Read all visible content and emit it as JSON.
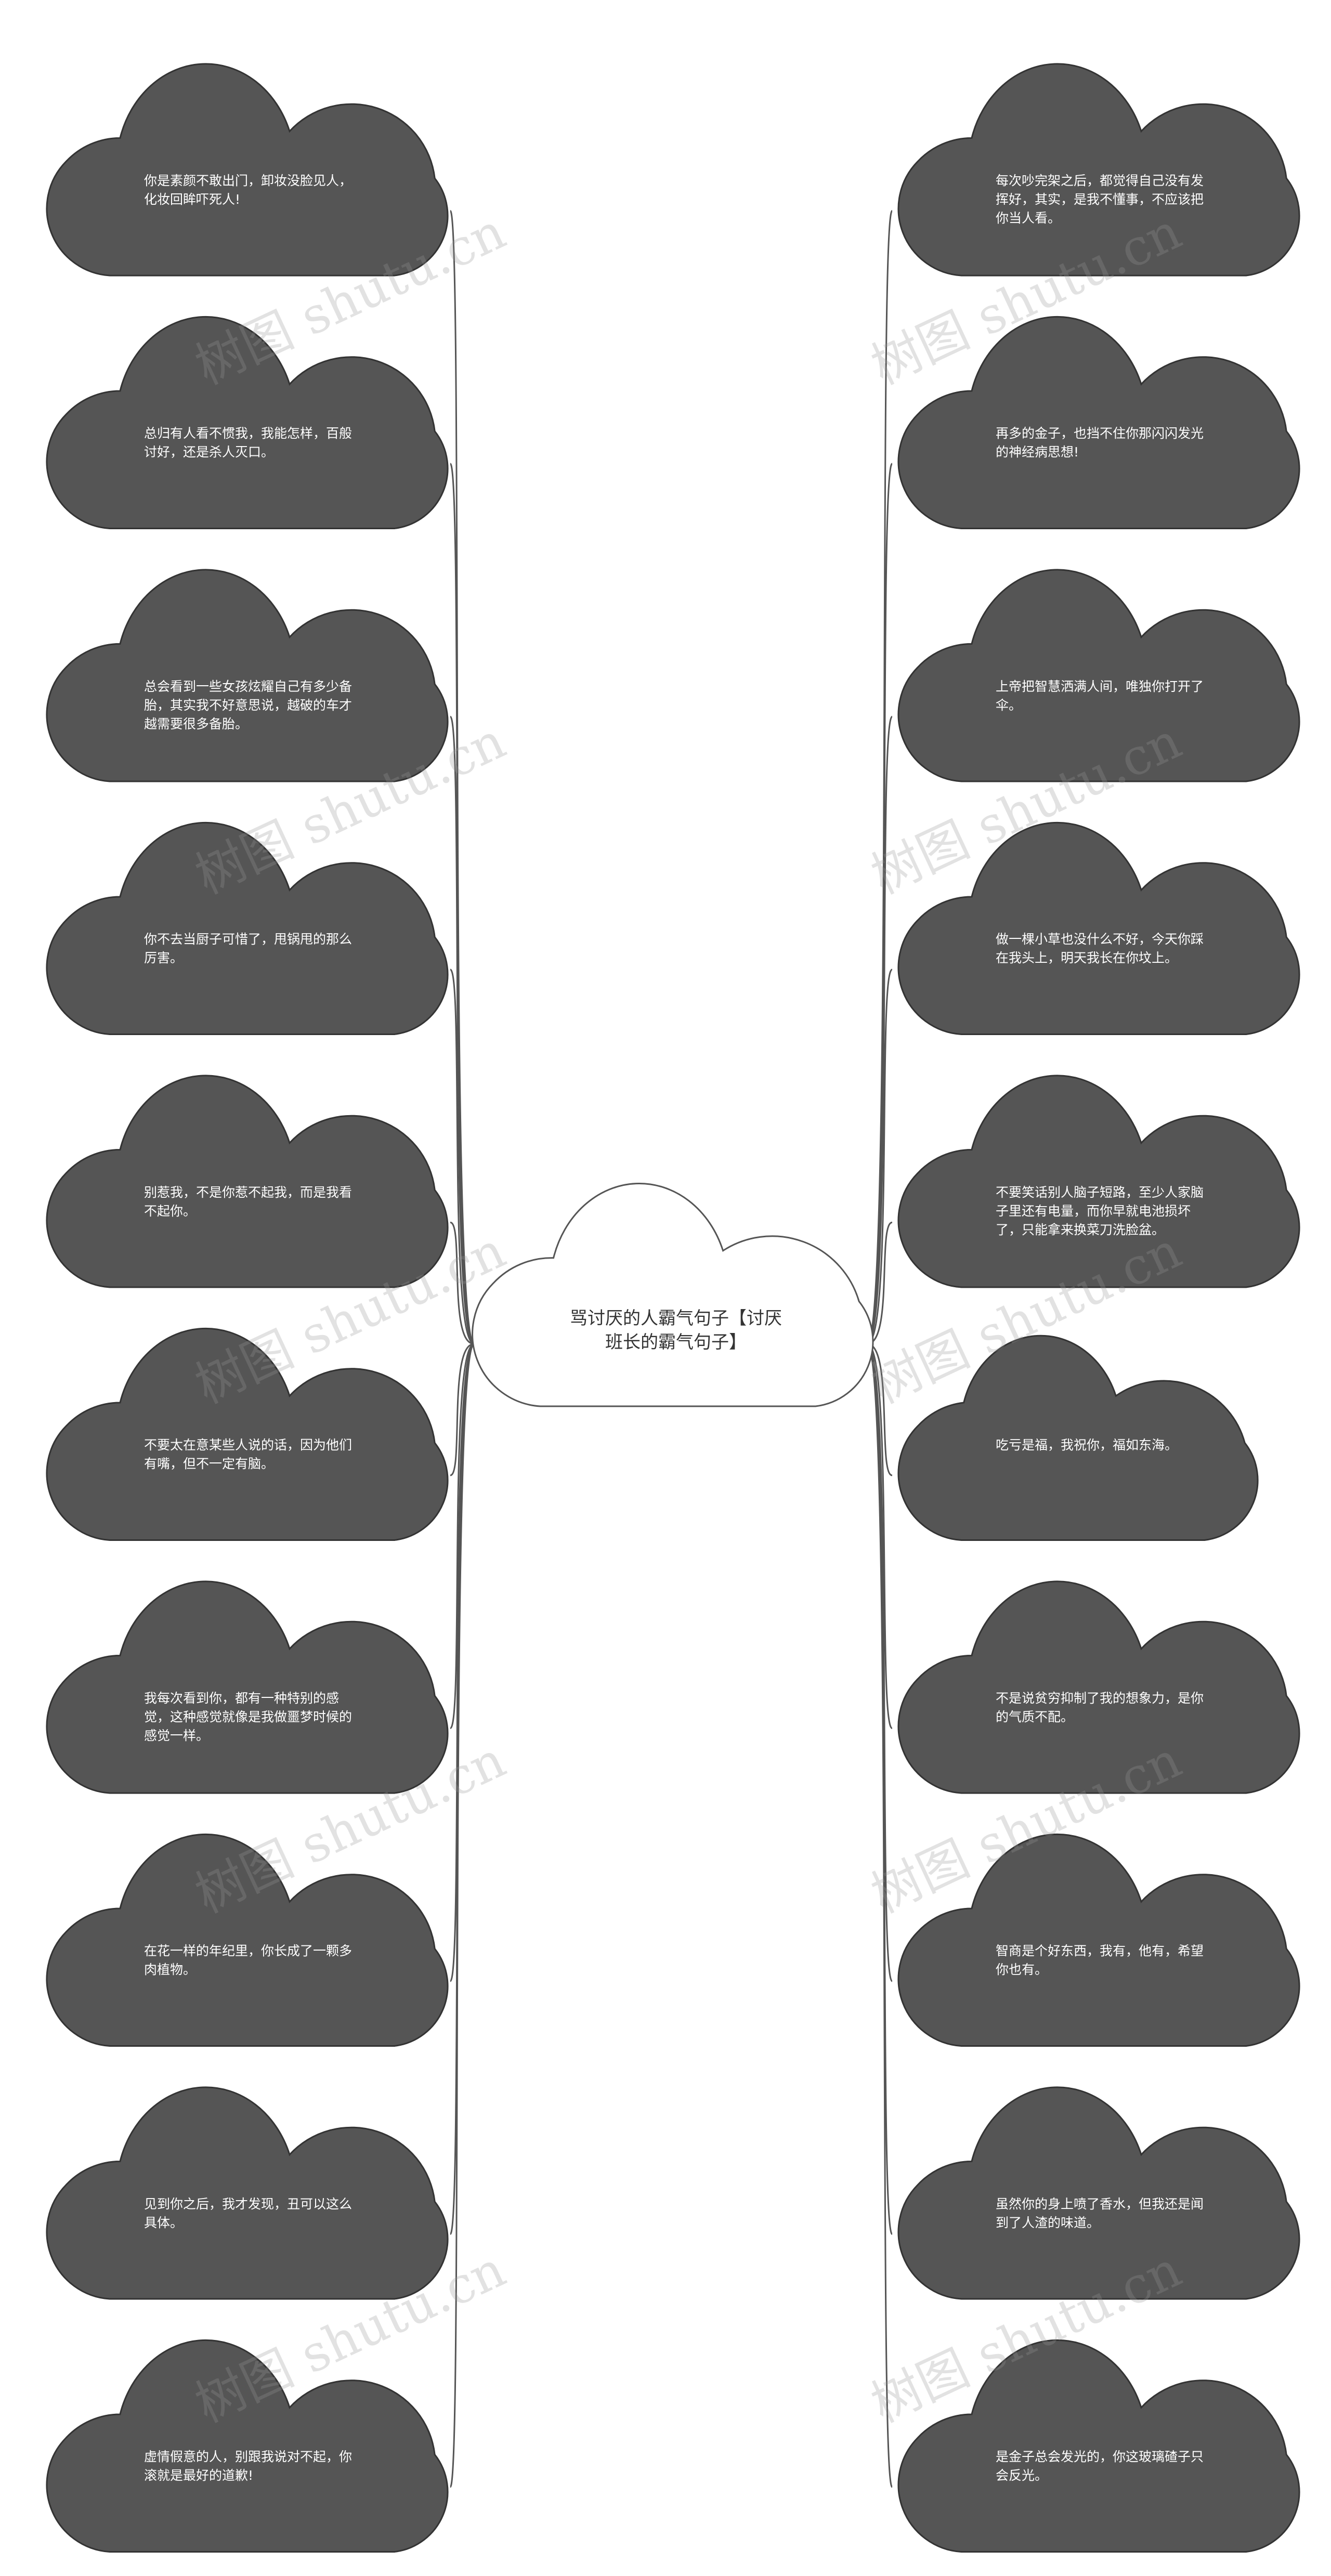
{
  "root": {
    "text": "骂讨厌的人霸气句子【讨厌班长的霸气句子】"
  },
  "left_nodes": [
    {
      "text": "你是素颜不敢出门，卸妆没脸见人，化妆回眸吓死人!"
    },
    {
      "text": "总归有人看不惯我，我能怎样，百般讨好，还是杀人灭口。"
    },
    {
      "text": "总会看到一些女孩炫耀自己有多少备胎，其实我不好意思说，越破的车才越需要很多备胎。"
    },
    {
      "text": "你不去当厨子可惜了，甩锅甩的那么厉害。"
    },
    {
      "text": "别惹我，不是你惹不起我，而是我看不起你。"
    },
    {
      "text": "不要太在意某些人说的话，因为他们有嘴，但不一定有脑。"
    },
    {
      "text": "我每次看到你，都有一种特别的感觉，这种感觉就像是我做噩梦时候的感觉一样。"
    },
    {
      "text": "在花一样的年纪里，你长成了一颗多肉植物。"
    },
    {
      "text": "见到你之后，我才发现，丑可以这么具体。"
    },
    {
      "text": "虚情假意的人，别跟我说对不起，你滚就是最好的道歉!"
    }
  ],
  "right_nodes": [
    {
      "text": "每次吵完架之后，都觉得自己没有发挥好，其实，是我不懂事，不应该把你当人看。"
    },
    {
      "text": "再多的金子，也挡不住你那闪闪发光的神经病思想!"
    },
    {
      "text": "上帝把智慧洒满人间，唯独你打开了伞。"
    },
    {
      "text": "做一棵小草也没什么不好，今天你踩在我头上，明天我长在你坟上。"
    },
    {
      "text": "不要笑话别人脑子短路，至少人家脑子里还有电量，而你早就电池损坏了，只能拿来换菜刀洗脸盆。"
    },
    {
      "text": "吃亏是福，我祝你，福如东海。"
    },
    {
      "text": "不是说贫穷抑制了我的想象力，是你的气质不配。"
    },
    {
      "text": "智商是个好东西，我有，他有，希望你也有。"
    },
    {
      "text": "虽然你的身上喷了香水，但我还是闻到了人渣的味道。"
    },
    {
      "text": "是金子总会发光的，你这玻璃碴子只会反光。"
    }
  ],
  "watermark": {
    "text": "树图 shutu.cn"
  },
  "colors": {
    "node_fill": "#555555",
    "node_stroke": "#333333",
    "node_text": "#ffffff",
    "root_fill": "#ffffff",
    "root_stroke": "#555555",
    "root_text": "#333333",
    "connector": "#555555"
  }
}
